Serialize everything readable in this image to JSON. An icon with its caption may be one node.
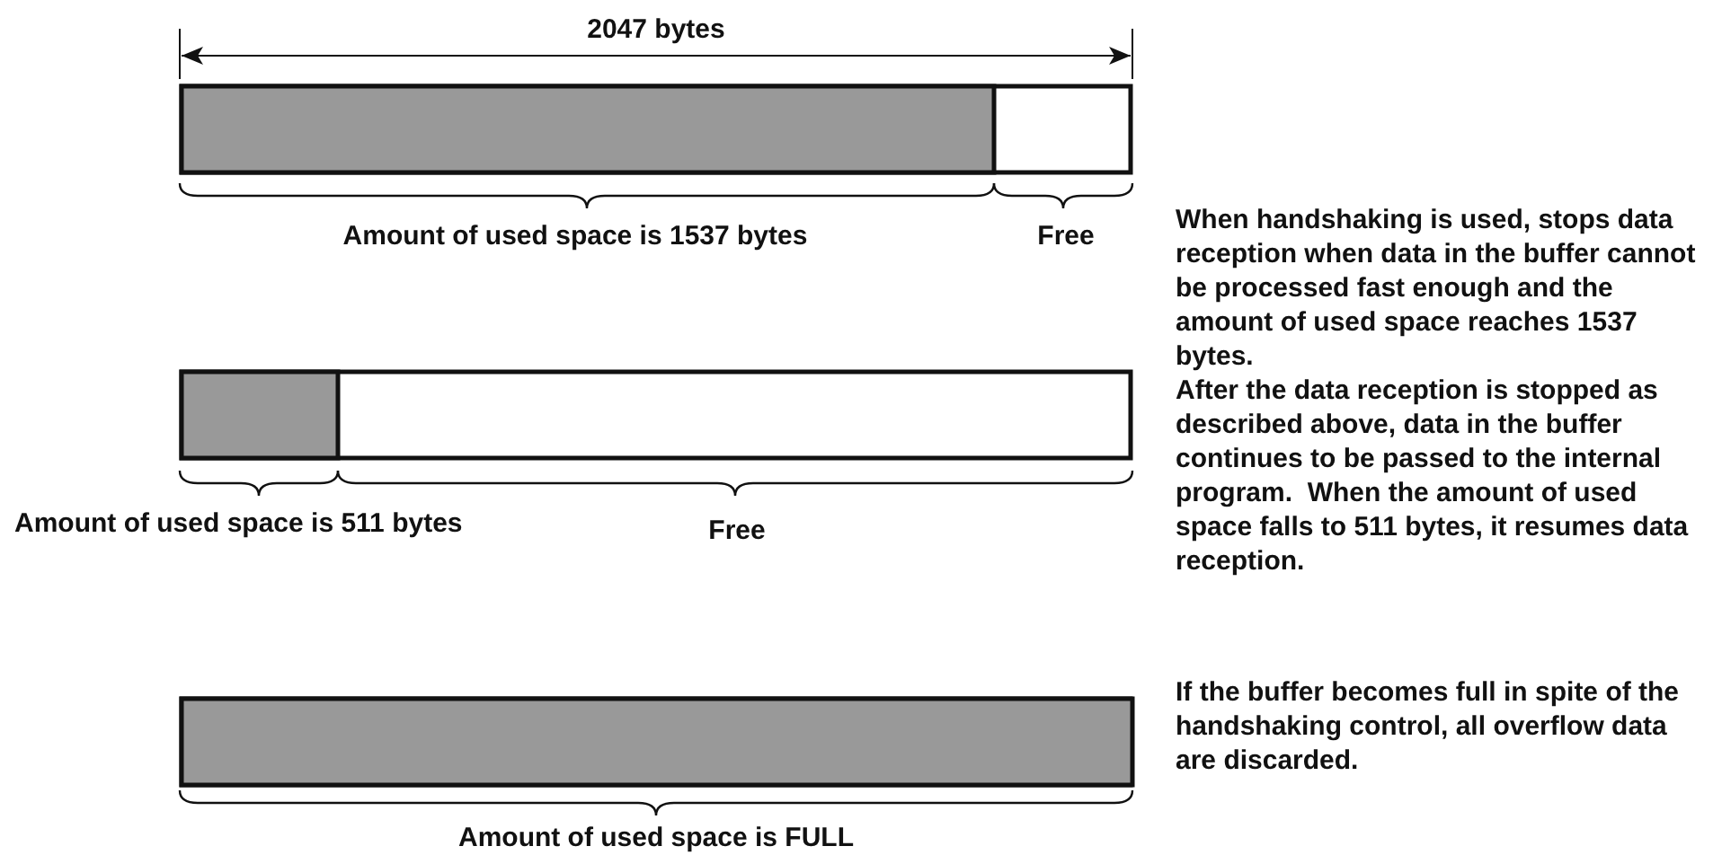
{
  "diagram": {
    "labels": [
      "2047 bytes",
      "Amount of used space is 1537 bytes",
      "Free",
      "When handshaking is used, stops data reception when data in the buffer cannot be processed fast enough and the amount of used space reaches 1537 bytes.",
      "Amount of used space is 511 bytes",
      "Free",
      "After the data reception is stopped as described above, data in the buffer continues to be passed to the internal program.  When the amount of used space falls to 511 bytes, it resumes data reception.",
      "Amount of used space is FULL",
      "If the buffer becomes full in spite of the handshaking control, all overflow data are discarded."
    ]
  }
}
